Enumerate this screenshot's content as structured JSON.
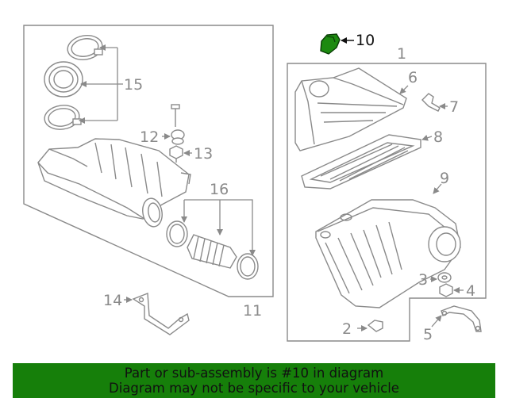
{
  "callouts": {
    "c1": "1",
    "c2": "2",
    "c3": "3",
    "c4": "4",
    "c5": "5",
    "c6": "6",
    "c7": "7",
    "c8": "8",
    "c9": "9",
    "c10": "10",
    "c11": "11",
    "c12": "12",
    "c13": "13",
    "c14": "14",
    "c15": "15",
    "c16": "16"
  },
  "banner": {
    "line1": "Part or sub-assembly is #10 in diagram",
    "line2": "Diagram may not be specific to your vehicle"
  },
  "colors": {
    "banner_bg": "#167f0a",
    "highlight_part": "#1d8a10",
    "line_gray": "#8a8a8a"
  }
}
